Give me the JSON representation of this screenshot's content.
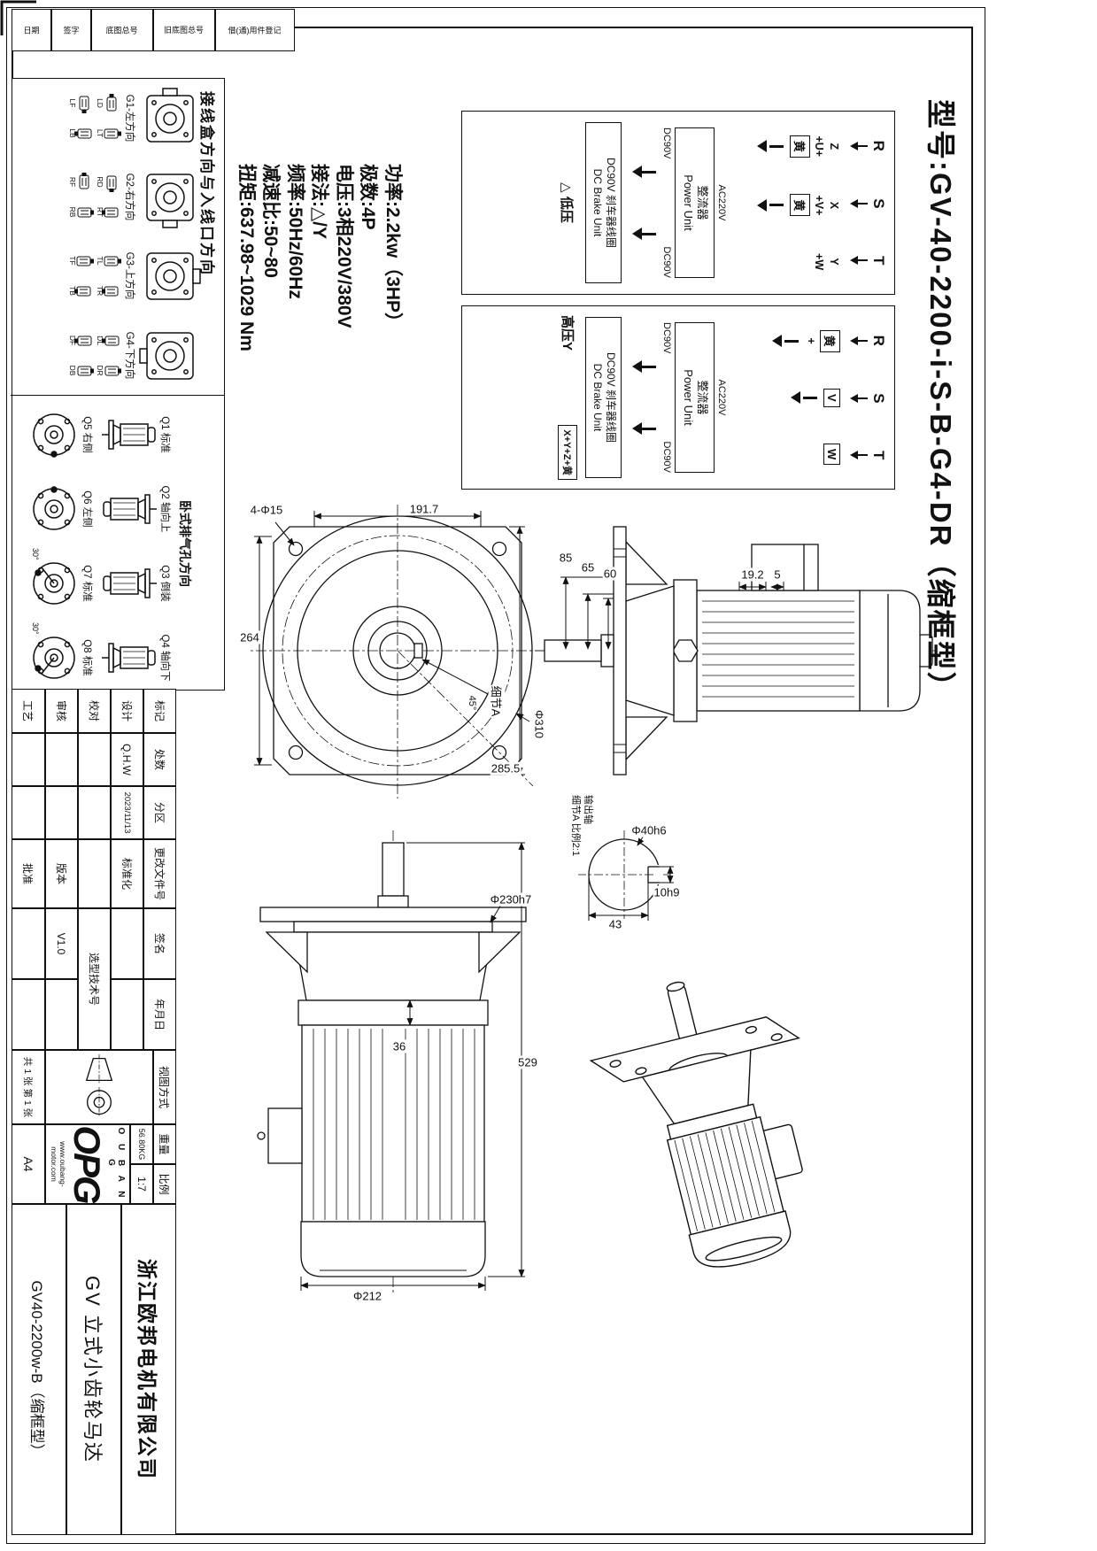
{
  "title": "型号:GV-40-2200-i-S-B-G4-DR（缩框型）",
  "border_fields": [
    "借(通)用件登记",
    "旧底图总号",
    "底图总号",
    "签字",
    "日期"
  ],
  "specs": [
    "功率:2.2kw（3HP）",
    "极数:4P",
    "电压:3相220V/380V",
    "接法:△/Y",
    "频率:50Hz/60Hz",
    "减速比:50~80",
    "扭矩:637.98~1029 Nm"
  ],
  "wiring_low": {
    "phases": [
      "R",
      "S",
      "T"
    ],
    "lead1": "Z",
    "lead1b": "+U+",
    "lead1c": "黄",
    "lead2": "X",
    "lead2b": "+V+",
    "lead2c": "黄",
    "lead3": "Y",
    "lead3b": "+W",
    "ac": "AC220V",
    "rectifier_cn": "整流器",
    "rectifier_en": "Power Unit",
    "dc1": "DC90V",
    "dc2": "DC90V",
    "brake_cn": "DC90V 刹车器线圈",
    "brake_en": "DC Brake Unit",
    "mode": "△ 低压"
  },
  "wiring_high": {
    "phases": [
      "R",
      "S",
      "T"
    ],
    "lead1": "黄",
    "lead1b": "+",
    "lead2": "V",
    "lead3": "W",
    "tie": "X+Y+Z+黄",
    "ac": "AC220V",
    "rectifier_cn": "整流器",
    "rectifier_en": "Power Unit",
    "dc1": "DC90V",
    "dc2": "DC90V",
    "brake_cn": "DC90V 刹车器线圈",
    "brake_en": "DC Brake Unit",
    "mode": "高压Y"
  },
  "front_view": {
    "d_holes": "4-Φ15",
    "d_w": "191.7",
    "d_h": "264",
    "d_total": "285.5",
    "d_od": "Φ310",
    "d_angle": "45°",
    "d_detail": "细节A"
  },
  "side_view": {
    "d85": "85",
    "d65": "65",
    "d60": "60",
    "d19": "19.2",
    "d5": "5"
  },
  "lower_view": {
    "d_spigot": "Φ230h7",
    "d36": "36",
    "d_len": "529",
    "d_fan": "Φ212"
  },
  "shaft_detail": {
    "d_key": "10h9",
    "d_dia": "Φ40h6",
    "d43": "43",
    "cap1": "输出轴",
    "cap2": "细节A 比例2:1"
  },
  "orient": {
    "header": "接线盒方向与入线口方向",
    "g1": {
      "label": "G1-左方向",
      "s1": "LD",
      "s2": "LT",
      "s3": "LF",
      "s4": "LB"
    },
    "g2": {
      "label": "G2-右方向",
      "s1": "RD",
      "s2": "RT",
      "s3": "RF",
      "s4": "RB"
    },
    "g3": {
      "label": "G3-上方向",
      "s1": "TL",
      "s2": "TR",
      "s3": "TF",
      "s4": "TB"
    },
    "g4": {
      "label": "G4-下方向",
      "s1": "DL",
      "s2": "DR",
      "s3": "DF",
      "s4": "DB"
    },
    "exhaust_header": "卧式排气孔方向",
    "q1": "Q1 标准",
    "q2": "Q2 轴向上",
    "q3": "Q3 倒装",
    "q4": "Q4 轴向下",
    "q5": "Q5 右侧",
    "q6": "Q6 左侧",
    "q7": "Q7 标准",
    "q8": "Q8 标准",
    "angle": "30°"
  },
  "tb": {
    "h1": "标记",
    "h2": "处数",
    "h3": "分区",
    "h4": "更改文件号",
    "h5": "签名",
    "h6": "年月日",
    "design": "设计",
    "design_sig": "Q.H.W",
    "design_date": "2023/11/13",
    "std": "标准化",
    "check": "校对",
    "audit": "审核",
    "craft": "工艺",
    "version_label": "版本",
    "version": "V1.0",
    "approve": "批准",
    "select_no": "选型技术号"
  },
  "info": {
    "view_label": "视图方式",
    "weight_label": "重量",
    "weight": "56.80KG",
    "scale_label": "比例",
    "scale": "1:7",
    "sheets": "共 1 张 第 1 张",
    "paper": "A4",
    "brand": "OPG",
    "brand_letters": "O U B A N G",
    "brand_url": "www.oubang-motor.com",
    "company": "浙江欧邦电机有限公司",
    "product": "GV 立式小齿轮马达",
    "drawing_no": "GV40-2200w-B（缩框型）"
  }
}
